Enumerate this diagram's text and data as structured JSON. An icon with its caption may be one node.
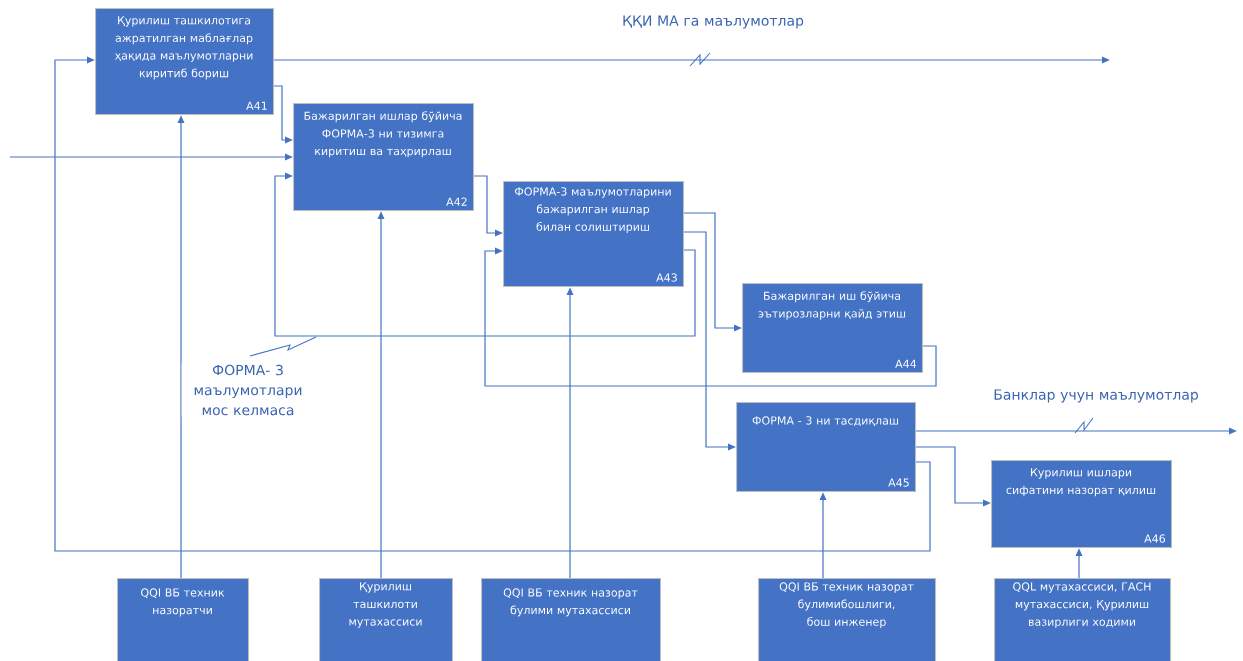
{
  "diagram": {
    "nodes": [
      {
        "text": [
          "Қурилиш ташкилотига ажратилган маблағлар ҳақида маълумотларни киритиб бориш",
          "A41"
        ]
      },
      {
        "text": [
          "Бажарилган ишлар бўйича  ФОРМА-3 ни тизимга киритиш ва таҳрирлаш",
          "A42"
        ]
      },
      {
        "text": [
          "ФОРМА-3 маълумотларини бажарилган ишлар билан солиштириш",
          "A43"
        ]
      },
      {
        "text": [
          "Бажарилган иш бўйича эътирозларни қайд этиш",
          "A44"
        ]
      },
      {
        "text": [
          "ФОРМА - 3 ни тасдиқлаш",
          "A45"
        ]
      },
      {
        "text": [
          "Курилиш ишлари сифатини назорат қилиш",
          "A46"
        ]
      },
      {
        "text": [
          "QQI ВБ техник назоратчи"
        ]
      },
      {
        "text": [
          "Қурилиш ташкилоти мутахассиси"
        ]
      },
      {
        "text": [
          "QQI ВБ техник назорат булими мутахассиси"
        ]
      },
      {
        "text": [
          "QQI ВБ техник назорат булимибошлиги, бош инженер"
        ]
      },
      {
        "text": [
          "QQL мутахассиси, ГАСН мутахассиси, Қурилиш вазирлиги ходими"
        ]
      }
    ],
    "edges": [
      {
        "from": 0,
        "to": null,
        "arrow": "to",
        "label": "ҚҚИ МА га маълумотлар"
      },
      {
        "from": 0,
        "to": 1,
        "arrow": "to"
      },
      {
        "from": null,
        "to": 1,
        "arrow": "to"
      },
      {
        "from": 1,
        "to": 2,
        "arrow": "to"
      },
      {
        "from": 2,
        "to": 3,
        "arrow": "to"
      },
      {
        "from": 2,
        "to": 4,
        "arrow": "to"
      },
      {
        "from": 2,
        "to": 1,
        "arrow": "to",
        "label": "ФОРМА- 3 маълумотлари мос келмаса"
      },
      {
        "from": 3,
        "to": 2,
        "arrow": "to"
      },
      {
        "from": 4,
        "to": 0,
        "arrow": "to"
      },
      {
        "from": 4,
        "to": 5,
        "arrow": "to"
      },
      {
        "from": 4,
        "to": null,
        "arrow": "to",
        "label": "Банклар учун маълумотлар"
      },
      {
        "from": 6,
        "to": 0,
        "arrow": "to"
      },
      {
        "from": 7,
        "to": 1,
        "arrow": "to"
      },
      {
        "from": 8,
        "to": 2,
        "arrow": "to"
      },
      {
        "from": 9,
        "to": 4,
        "arrow": "to"
      },
      {
        "from": 10,
        "to": 5,
        "arrow": "to"
      }
    ]
  }
}
